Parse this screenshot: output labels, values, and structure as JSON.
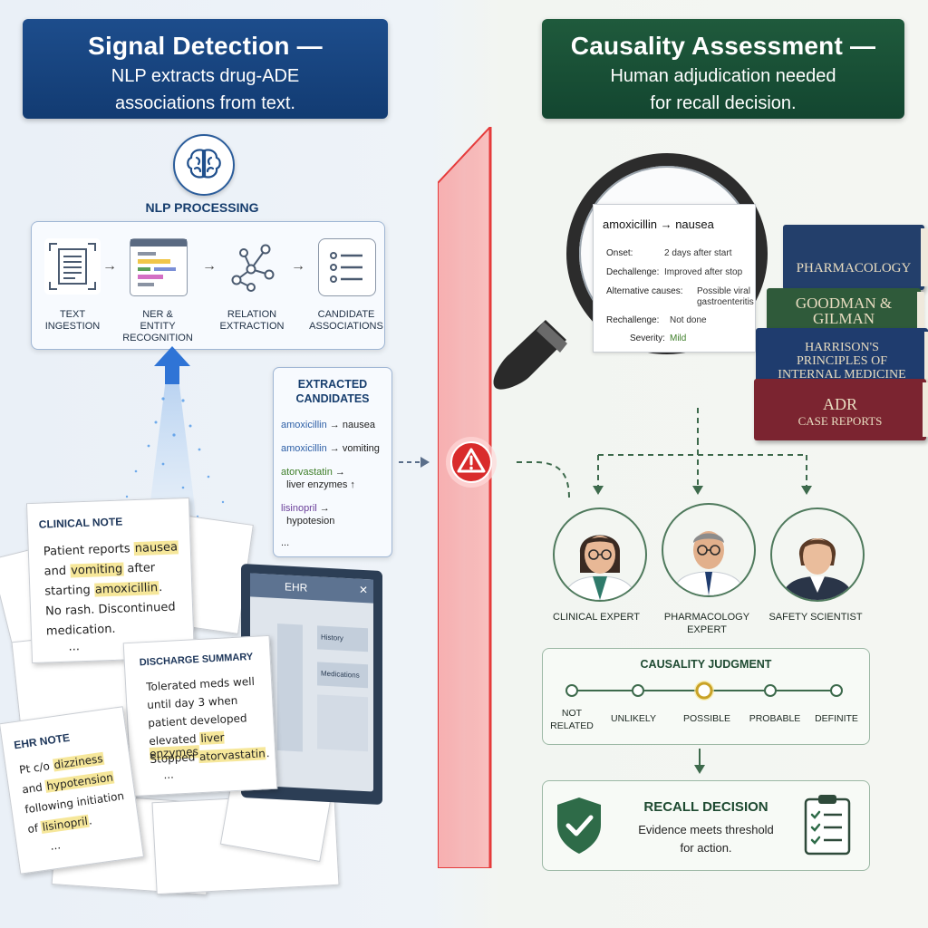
{
  "left_header": {
    "title": "Signal Detection —",
    "line1": "NLP extracts drug-ADE",
    "line2": "associations from text."
  },
  "right_header": {
    "title": "Causality Assessment —",
    "line1": "Human adjudication needed",
    "line2": "for recall decision."
  },
  "nlp": {
    "title": "NLP PROCESSING",
    "steps": [
      {
        "line1": "TEXT",
        "line2": "INGESTION",
        "icon": "document-icon"
      },
      {
        "line1": "NER &",
        "line2": "ENTITY RECOGNITION",
        "icon": "ner-icon"
      },
      {
        "line1": "RELATION",
        "line2": "EXTRACTION",
        "icon": "network-icon"
      },
      {
        "line1": "CANDIDATE",
        "line2": "ASSOCIATIONS",
        "icon": "list-icon"
      }
    ]
  },
  "candidates": {
    "title_line1": "EXTRACTED",
    "title_line2": "CANDIDATES",
    "items": [
      {
        "drug": "amoxicillin",
        "effect": "nausea"
      },
      {
        "drug": "amoxicillin",
        "effect": "vomiting"
      },
      {
        "drug": "atorvastatin",
        "effect": "liver enzymes ↑"
      },
      {
        "drug": "lisinopril",
        "effect": "hypotesion"
      }
    ],
    "ellipsis": "..."
  },
  "clinical_note": {
    "title": "CLINICAL NOTE",
    "l1a": "Patient reports ",
    "l1b": "nausea",
    "l2a": "and ",
    "l2b": "vomiting",
    "l2c": " after",
    "l3a": "starting ",
    "l3b": "amoxicillin",
    "l3c": ".",
    "l4": "No rash. Discontinued",
    "l5": "medication.",
    "ellipsis": "..."
  },
  "discharge_summary": {
    "title": "DISCHARGE SUMMARY",
    "l1": "Tolerated meds well",
    "l2": "until day 3 when",
    "l3": "patient developed",
    "l4a": "elevated ",
    "l4b": "liver enzymes",
    "l4c": ".",
    "l5a": "Stopped ",
    "l5b": "atorvastatin",
    "l5c": ".",
    "ellipsis": "..."
  },
  "ehr_note": {
    "title": "EHR NOTE",
    "l1a": "Pt c/o ",
    "l1b": "dizziness",
    "l2a": "and ",
    "l2b": "hypotension",
    "l3": "following initiation",
    "l4a": "of ",
    "l4b": "lisinopril",
    "l4c": ".",
    "ellipsis": "..."
  },
  "laptop": {
    "title": "EHR",
    "tab1": "History",
    "tab2": "Medications"
  },
  "evidence": {
    "drug": "amoxicillin",
    "effect": "nausea",
    "rows": [
      {
        "label": "Onset:",
        "value": "2 days after start"
      },
      {
        "label": "Dechallenge:",
        "value": "Improved after stop"
      },
      {
        "label": "Alternative causes:",
        "value": "Possible viral"
      },
      {
        "label": "",
        "value": "gastroenteritis"
      },
      {
        "label": "Rechallenge:",
        "value": "Not done"
      },
      {
        "label": "Severity:",
        "value": "Mild"
      }
    ]
  },
  "books": [
    {
      "line1": "PHARMACOLOGY",
      "line2": "",
      "line3": "",
      "color": "#233f6b"
    },
    {
      "line1": "GOODMAN &",
      "line2": "GILMAN",
      "line3": "",
      "color": "#2f5a3a"
    },
    {
      "line1": "HARRISON'S",
      "line2": "PRINCIPLES OF",
      "line3": "INTERNAL MEDICINE",
      "color": "#1f3c6e"
    },
    {
      "line1": "ADR",
      "line2": "CASE REPORTS",
      "line3": "",
      "color": "#7b2430"
    }
  ],
  "experts": [
    {
      "line1": "CLINICAL EXPERT",
      "line2": ""
    },
    {
      "line1": "PHARMACOLOGY",
      "line2": "EXPERT"
    },
    {
      "line1": "SAFETY SCIENTIST",
      "line2": ""
    }
  ],
  "judgment": {
    "title": "CAUSALITY JUDGMENT",
    "selected_index": 2,
    "scale": [
      {
        "line1": "NOT",
        "line2": "RELATED"
      },
      {
        "line1": "UNLIKELY",
        "line2": ""
      },
      {
        "line1": "POSSIBLE",
        "line2": ""
      },
      {
        "line1": "PROBABLE",
        "line2": ""
      },
      {
        "line1": "DEFINITE",
        "line2": ""
      }
    ]
  },
  "recall": {
    "title": "RECALL DECISION",
    "line1": "Evidence meets threshold",
    "line2": "for action."
  },
  "colors": {
    "left_accent": "#1d4d8c",
    "right_accent": "#1f5a3c",
    "divider": "#e53b3b",
    "highlight": "#f6e79a"
  }
}
